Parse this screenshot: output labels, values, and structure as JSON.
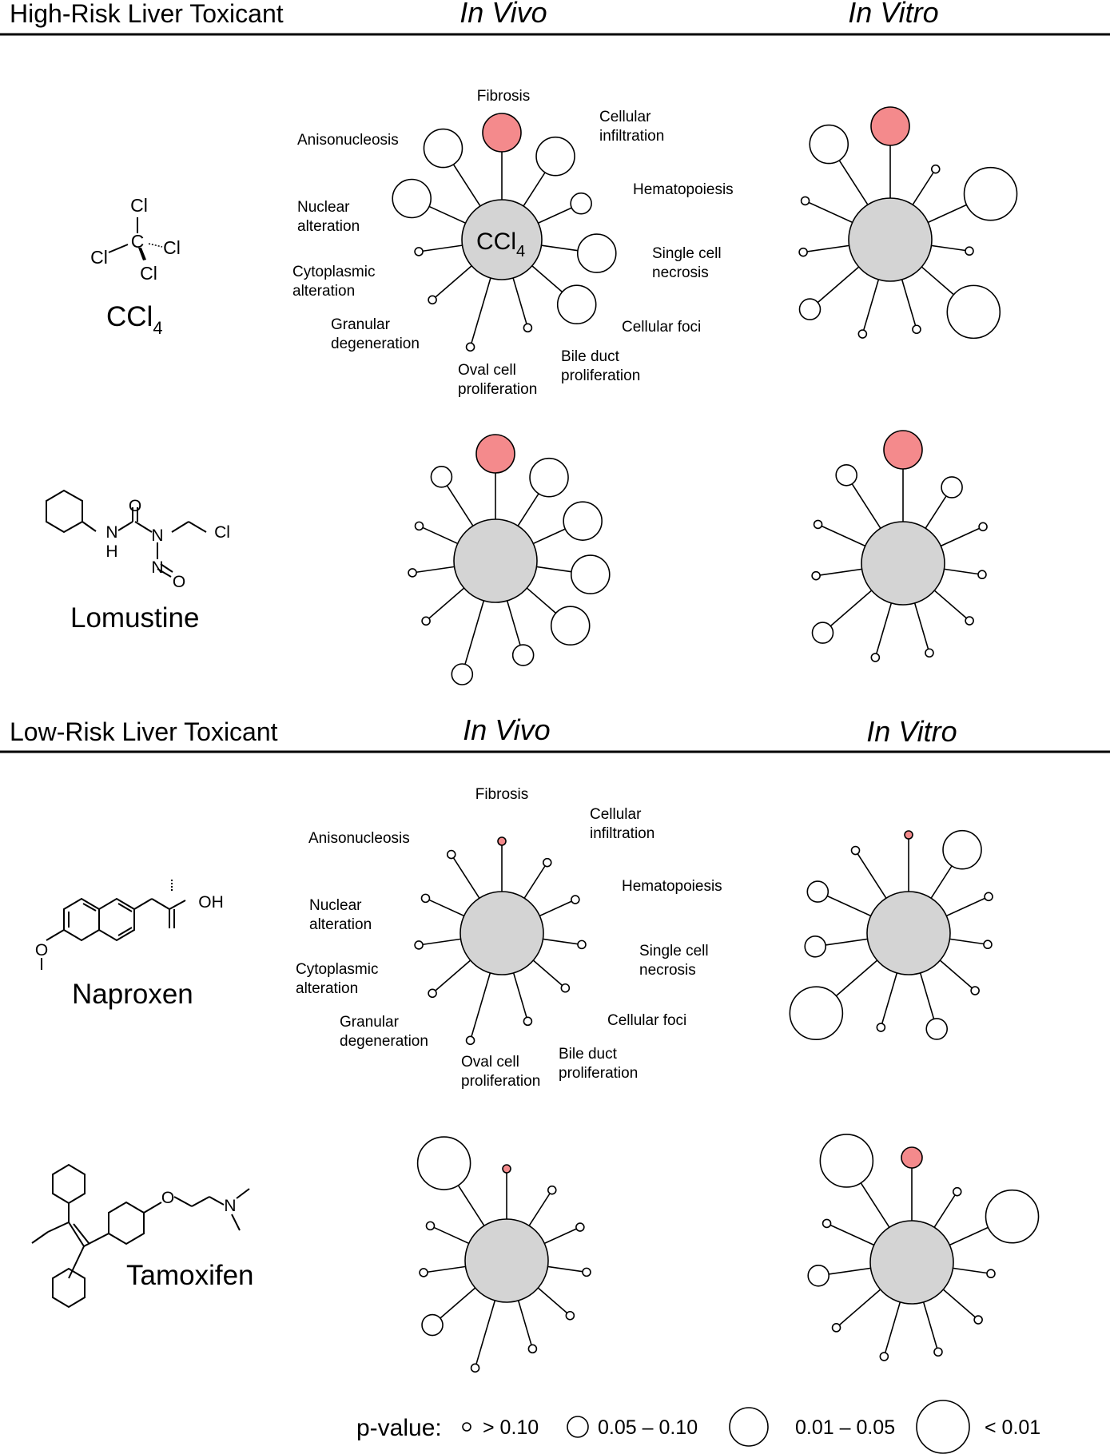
{
  "sections": [
    {
      "title": "High-Risk Liver Toxicant",
      "col_in_vivo": "In Vivo",
      "col_in_vitro": "In Vitro"
    },
    {
      "title": "Low-Risk Liver Toxicant",
      "col_in_vivo": "In Vivo",
      "col_in_vitro": "In Vitro"
    }
  ],
  "node_labels_high": [
    [
      "Fibrosis"
    ],
    [
      "Cellular",
      "infiltration"
    ],
    [
      "Hematopoiesis"
    ],
    [
      "Single cell",
      "necrosis"
    ],
    [
      "Cellular foci"
    ],
    [
      "Bile duct",
      "proliferation"
    ],
    [
      "Oval cell",
      "proliferation"
    ],
    [
      "Granular",
      "degeneration"
    ],
    [
      "Cytoplasmic",
      "alteration"
    ],
    [
      "Nuclear",
      "alteration"
    ],
    [
      "Anisonucleosis"
    ]
  ],
  "node_labels_low": [
    [
      "Fibrosis"
    ],
    [
      "Cellular",
      "infiltration"
    ],
    [
      "Hematopoiesis"
    ],
    [
      "Single cell",
      "necrosis"
    ],
    [
      "Cellular foci"
    ],
    [
      "Bile duct",
      "proliferation"
    ],
    [
      "Oval cell",
      "proliferation"
    ],
    [
      "Granular",
      "degeneration"
    ],
    [
      "Cytoplasmic",
      "alteration"
    ],
    [
      "Nuclear",
      "alteration"
    ],
    [
      "Anisonucleosis"
    ]
  ],
  "compounds": [
    {
      "name": "CCl4",
      "name_main": "CCl",
      "name_sub": "4",
      "hub_label": "CCl",
      "hub_sub": "4",
      "atoms": [
        "Cl",
        "C",
        "Cl",
        "Cl",
        "Cl"
      ]
    },
    {
      "name": "Lomustine",
      "atoms": [
        "O",
        "N",
        "H",
        "N",
        "Cl",
        "N",
        "O"
      ]
    },
    {
      "name": "Naproxen",
      "atoms": [
        "OH",
        "O"
      ]
    },
    {
      "name": "Tamoxifen",
      "atoms": [
        "O",
        "N"
      ]
    }
  ],
  "legend": {
    "title": "p-value:",
    "items": [
      "> 0.10",
      "0.05 – 0.10",
      "0.01 – 0.05",
      "< 0.01"
    ]
  },
  "chart_data": {
    "type": "network",
    "spoke_order": [
      "Fibrosis",
      "Cellular infiltration",
      "Hematopoiesis",
      "Single cell necrosis",
      "Cellular foci",
      "Bile duct proliferation",
      "Oval cell proliferation",
      "Granular degeneration",
      "Cytoplasmic alteration",
      "Nuclear alteration",
      "Anisonucleosis"
    ],
    "p_value_bins": [
      "> 0.10",
      "0.05 – 0.10",
      "0.01 – 0.05",
      "< 0.01"
    ],
    "highlight_color": "#f48a8c",
    "hub_color": "#d4d4d4",
    "node_color": "#ffffff",
    "networks": [
      {
        "compound": "CCl4",
        "assay": "In Vivo",
        "p_bin_index": [
          2,
          2,
          1,
          2,
          2,
          0,
          0,
          0,
          0,
          2,
          2
        ],
        "highlighted": [
          0
        ]
      },
      {
        "compound": "CCl4",
        "assay": "In Vitro",
        "p_bin_index": [
          2,
          0,
          3,
          0,
          3,
          0,
          0,
          1,
          0,
          0,
          2
        ],
        "highlighted": [
          0
        ]
      },
      {
        "compound": "Lomustine",
        "assay": "In Vivo",
        "p_bin_index": [
          2,
          2,
          2,
          2,
          2,
          1,
          1,
          0,
          0,
          0,
          1
        ],
        "highlighted": [
          0
        ]
      },
      {
        "compound": "Lomustine",
        "assay": "In Vitro",
        "p_bin_index": [
          2,
          1,
          0,
          0,
          0,
          0,
          0,
          1,
          0,
          0,
          1
        ],
        "highlighted": [
          0
        ]
      },
      {
        "compound": "Naproxen",
        "assay": "In Vivo",
        "p_bin_index": [
          0,
          0,
          0,
          0,
          0,
          0,
          0,
          0,
          0,
          0,
          0
        ],
        "highlighted": [
          0
        ]
      },
      {
        "compound": "Naproxen",
        "assay": "In Vitro",
        "p_bin_index": [
          0,
          2,
          0,
          0,
          0,
          1,
          0,
          3,
          1,
          1,
          0
        ],
        "highlighted": [
          0
        ]
      },
      {
        "compound": "Tamoxifen",
        "assay": "In Vivo",
        "p_bin_index": [
          0,
          0,
          0,
          0,
          0,
          0,
          0,
          1,
          0,
          0,
          3
        ],
        "highlighted": [
          0
        ]
      },
      {
        "compound": "Tamoxifen",
        "assay": "In Vitro",
        "p_bin_index": [
          1,
          0,
          3,
          0,
          0,
          0,
          0,
          0,
          1,
          0,
          3
        ],
        "highlighted": [
          0
        ]
      }
    ]
  }
}
